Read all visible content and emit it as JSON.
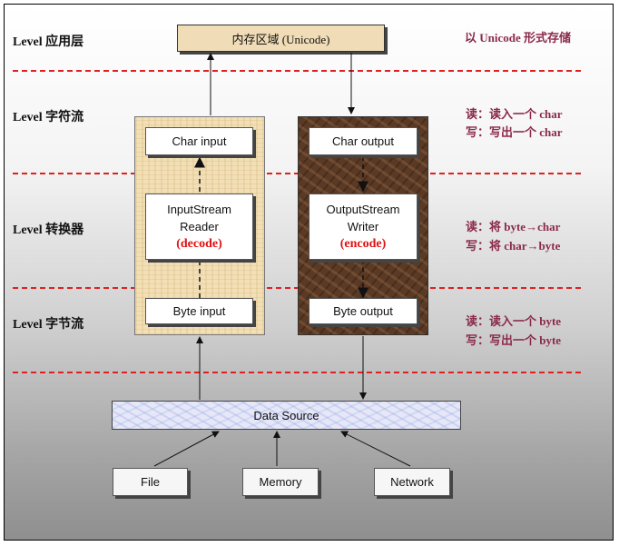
{
  "levels": {
    "app": "Level 应用层",
    "char_stream": "Level 字符流",
    "converter": "Level 转换器",
    "byte_stream": "Level 字节流"
  },
  "notes": {
    "app": "以 Unicode 形式存储",
    "char_read": "读：读入一个 char",
    "char_write": "写：写出一个 char",
    "conv_read": "读：将 byte→char",
    "conv_write": "写：将 char→byte",
    "byte_read": "读：读入一个 byte",
    "byte_write": "写：写出一个 byte"
  },
  "memory": "内存区域 (Unicode)",
  "input": {
    "char": "Char input",
    "reader_line1": "InputStream",
    "reader_line2": "Reader",
    "reader_line3": "(decode)",
    "byte": "Byte input"
  },
  "output": {
    "char": "Char output",
    "writer_line1": "OutputStream",
    "writer_line2": "Writer",
    "writer_line3": "(encode)",
    "byte": "Byte output"
  },
  "data_source": "Data Source",
  "sources": [
    "File",
    "Memory",
    "Network"
  ],
  "colors": {
    "divider": "#e02020",
    "note_text": "#8b2a4a",
    "emphasis": "#e01010"
  }
}
